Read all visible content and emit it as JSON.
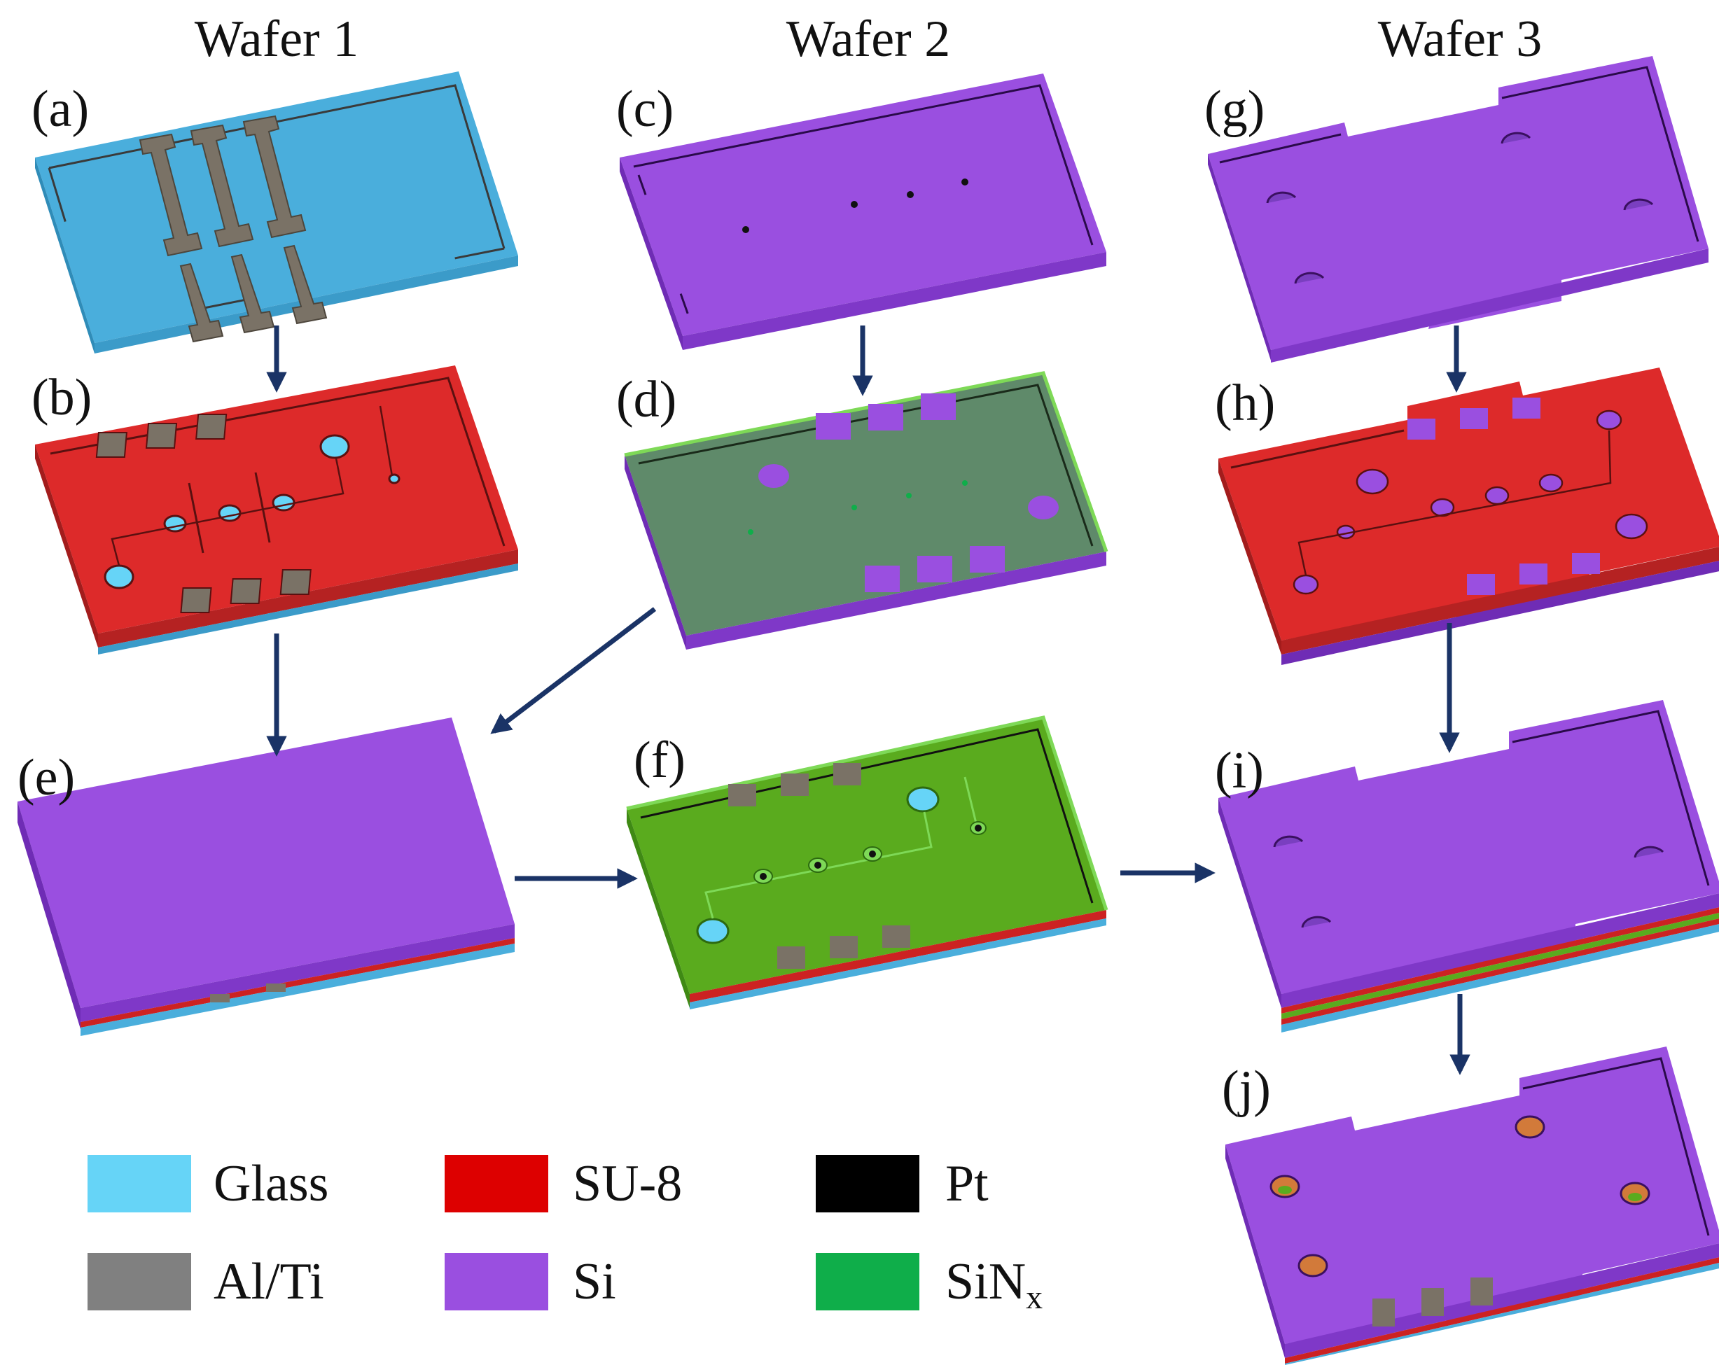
{
  "columns": [
    {
      "title": "Wafer 1"
    },
    {
      "title": "Wafer 2"
    },
    {
      "title": "Wafer 3"
    }
  ],
  "panels": {
    "a": "(a)",
    "b": "(b)",
    "c": "(c)",
    "d": "(d)",
    "e": "(e)",
    "f": "(f)",
    "g": "(g)",
    "h": "(h)",
    "i": "(i)",
    "j": "(j)"
  },
  "legend": [
    {
      "label": "Glass",
      "color": "#66d4f7"
    },
    {
      "label": "SU-8",
      "color": "#dd0000"
    },
    {
      "label": "Pt",
      "color": "#000000"
    },
    {
      "label": "Al/Ti",
      "color": "#808080"
    },
    {
      "label": "Si",
      "color": "#9a4fe0"
    },
    {
      "label": "SiN",
      "sub": "x",
      "color": "#0fae4a"
    }
  ],
  "colors": {
    "glass": "#4aaedc",
    "glass_side": "#2f8cb8",
    "su8": "#dd2a2a",
    "su8_side": "#a31c1c",
    "si": "#9a4fe0",
    "si_side": "#6f2cb5",
    "sin_dark": "#5f8a6a",
    "sin_bright": "#5aab1e",
    "sin_edge": "#7ed957",
    "al": "#7a7266",
    "arrow": "#1a3366"
  }
}
